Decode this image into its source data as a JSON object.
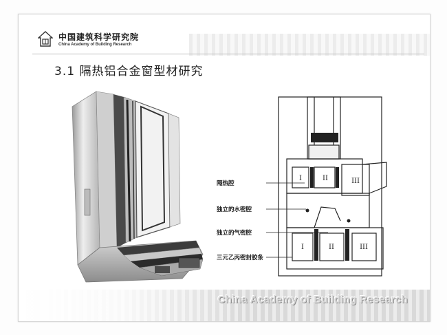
{
  "header": {
    "org_name_cn": "中国建筑科学研究院",
    "org_name_en": "China Academy of Building Research"
  },
  "slide": {
    "title": "3.1  隔热铝合金窗型材研究"
  },
  "drawing": {
    "callouts": [
      "隔热腔",
      "独立的水密腔",
      "独立的气密腔",
      "三元乙丙密封胶条"
    ],
    "chamber_marks": [
      "I",
      "II",
      "III",
      "I",
      "II",
      "III"
    ]
  },
  "footer": {
    "text": "China Academy of Building Research"
  }
}
